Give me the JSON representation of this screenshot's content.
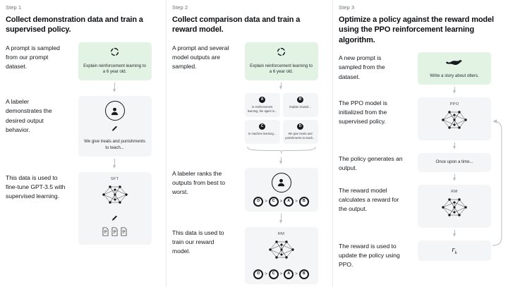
{
  "diagram": {
    "title": "RLHF three-step training process",
    "accent_green": "#e3f3e3",
    "card_gray": "#f4f5f6",
    "ink": "#15181c"
  },
  "columns": [
    {
      "kicker": "Step 1",
      "title": "Collect demonstration data and train a supervised policy.",
      "rows": [
        {
          "caption": "A prompt is sampled from our prompt dataset.",
          "card_text": "Explain reinforcement learning to a 6 year old.",
          "icon": "refresh-cycle-icon"
        },
        {
          "caption": "A labeler demonstrates the desired output behavior.",
          "card_text": "We give treats and punishments to teach...",
          "icon": "labeler-person-icon"
        },
        {
          "caption": "This data is used to fine-tune GPT-3.5 with supervised learning.",
          "card_label": "SFT",
          "icon": "neural-network-icon"
        }
      ]
    },
    {
      "kicker": "Step 2",
      "title": "Collect comparison data and train a reward model.",
      "rows": [
        {
          "caption": "A prompt and several model outputs are sampled.",
          "card_text": "Explain reinforcement learning to a 6 year old.",
          "icon": "refresh-cycle-icon"
        },
        {
          "caption": "A labeler ranks the outputs from best to worst.",
          "icon": "labeler-person-icon"
        },
        {
          "caption": "This data is used to train our reward model.",
          "card_label": "RM",
          "icon": "neural-network-icon"
        }
      ],
      "outputs": [
        {
          "letter": "A",
          "text": "In reinforcement learning, the agent is..."
        },
        {
          "letter": "B",
          "text": "Explain reward..."
        },
        {
          "letter": "C",
          "text": "In machine learning..."
        },
        {
          "letter": "D",
          "text": "We give treats and punishments to teach..."
        }
      ],
      "ranking": [
        "D",
        "C",
        "A",
        "B"
      ],
      "ranking_separator": ">"
    },
    {
      "kicker": "Step 3",
      "title": "Optimize a policy against the reward model using the PPO reinforcement learning algorithm.",
      "rows": [
        {
          "caption": "A new prompt is sampled from the dataset.",
          "card_text": "Write a story about otters.",
          "icon": "otter-icon"
        },
        {
          "caption": "The PPO model is initialized from the supervised policy.",
          "card_label": "PPO",
          "icon": "neural-network-icon"
        },
        {
          "caption": "The policy generates an output.",
          "card_text": "Once upon a time...",
          "icon": "none"
        },
        {
          "caption": "The reward model calculates a reward for the output.",
          "card_label": "RM",
          "icon": "neural-network-icon"
        },
        {
          "caption": "The reward is used to update the policy using PPO.",
          "formula": "r",
          "formula_sub": "k",
          "icon": "reward-formula"
        }
      ]
    }
  ]
}
